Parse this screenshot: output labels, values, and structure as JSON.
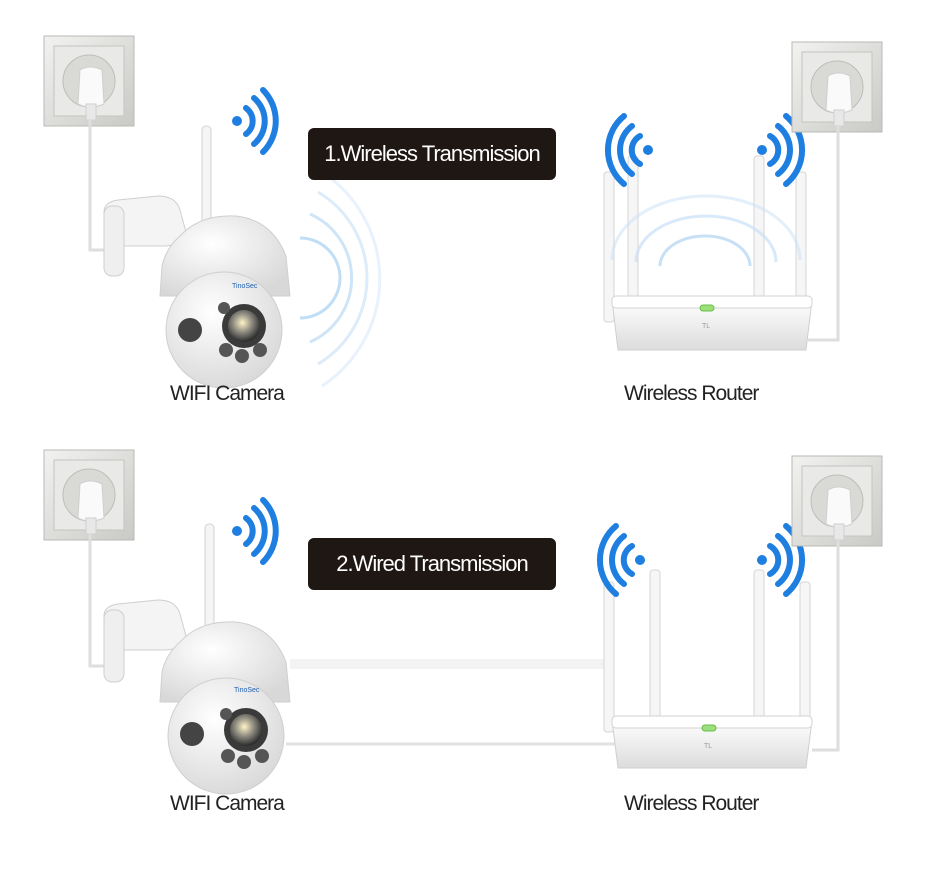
{
  "brand": {
    "logo_text": "TinoSec",
    "signal_color": "#1f7fe0",
    "pill_color": "#1e1714"
  },
  "sections": [
    {
      "title": "1.Wireless Transmission",
      "camera_label": "WIFI Camera",
      "router_label": "Wireless Router",
      "connection": "wireless"
    },
    {
      "title": "2.Wired Transmission",
      "camera_label": "WIFI Camera",
      "router_label": "Wireless Router",
      "connection": "wired"
    }
  ]
}
